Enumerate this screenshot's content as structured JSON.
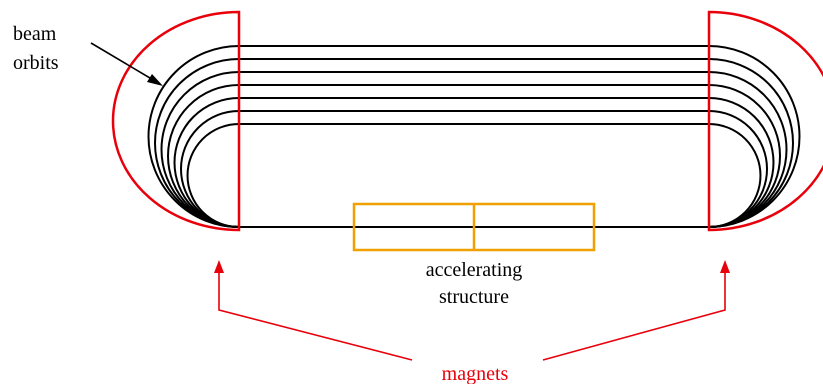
{
  "labels": {
    "beam_line1": "beam",
    "beam_line2": "orbits",
    "accel_line1": "accelerating",
    "accel_line2": "structure",
    "magnets": "magnets"
  },
  "colors": {
    "orbit": "#000000",
    "magnet": "#e8000b",
    "accelerator": "#f0a000",
    "text": "#000000",
    "magnet_text": "#e8000b"
  },
  "orbit_count": 7
}
